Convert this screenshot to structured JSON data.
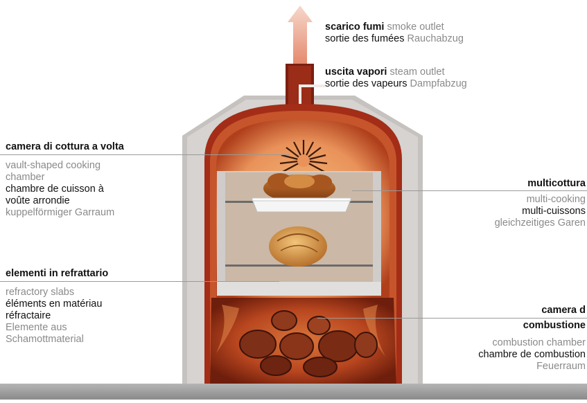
{
  "labels": {
    "smoke": {
      "it": "scarico fumi",
      "en": "smoke outlet",
      "fr": "sortie des fumées",
      "de": "Rauchabzug"
    },
    "steam": {
      "it": "uscita vapori",
      "en": "steam outlet",
      "fr": "sortie des vapeurs",
      "de": "Dampfabzug"
    },
    "vault": {
      "it": "camera di cottura a volta",
      "en1": "vault-shaped cooking",
      "en2": "chamber",
      "fr1": "chambre de cuisson à",
      "fr2": "voûte arrondie",
      "de": "kuppelförmiger Garraum"
    },
    "refractory": {
      "it": "elementi in refrattario",
      "en": "refractory slabs",
      "fr1": "éléments en matériau",
      "fr2": "réfractaire",
      "de1": "Elemente aus",
      "de2": "Schamottmaterial"
    },
    "multi": {
      "it": "multicottura",
      "en": "multi-cooking",
      "fr": "multi-cuissons",
      "de": "gleichzeitiges Garen"
    },
    "combustion": {
      "it1": "camera d",
      "it2": "combustione",
      "en": "combustion chamber",
      "fr": "chambre de combustion",
      "de": "Feuerraum"
    }
  },
  "colors": {
    "stone": "#c9c6c3",
    "fire": "#b53a18",
    "glow": "#f2a564",
    "wall": "#d8d6d4",
    "ground": "#9c9c9c",
    "smoke": "#e9a58a"
  }
}
